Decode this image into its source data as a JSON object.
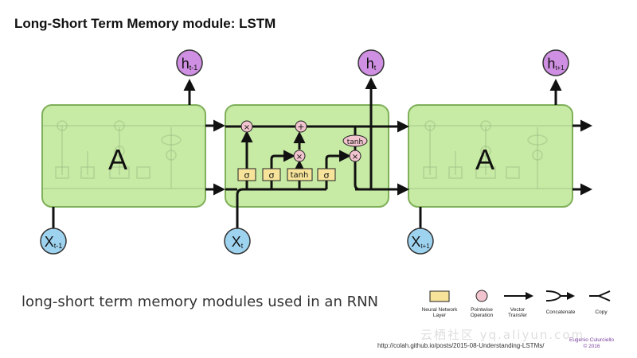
{
  "title": "Long-Short Term Memory module: LSTM",
  "modules": [
    {
      "label": "A"
    },
    {
      "label": "A"
    }
  ],
  "hidden_states": [
    {
      "base": "h",
      "sub": "t-1"
    },
    {
      "base": "h",
      "sub": "t"
    },
    {
      "base": "h",
      "sub": "t+1"
    }
  ],
  "inputs": [
    {
      "base": "X",
      "sub": "t-1"
    },
    {
      "base": "X",
      "sub": "t"
    },
    {
      "base": "X",
      "sub": "t+1"
    }
  ],
  "center_cell": {
    "layers": [
      "σ",
      "σ",
      "tanh",
      "σ"
    ],
    "pointwise_ops": [
      "×",
      "+",
      "×",
      "×"
    ],
    "pointwise_tanh": "tanh"
  },
  "legend": [
    {
      "icon": "neural-network-layer",
      "label": "Neural Network Layer"
    },
    {
      "icon": "pointwise-operation",
      "label": "Pointwise Operation"
    },
    {
      "icon": "vector-transfer",
      "label": "Vector Transfer"
    },
    {
      "icon": "concatenate",
      "label": "Concatenate"
    },
    {
      "icon": "copy",
      "label": "Copy"
    }
  ],
  "caption": "long-short term memory modules used in an RNN",
  "source_url": "http://colah.github.io/posts/2015-08-Understanding-LSTMs/",
  "credit": {
    "name": "Eugenio Culurciello",
    "year": "© 2016"
  },
  "watermark": "云栖社区 yq.aliyun.com",
  "colors": {
    "module_fill": "#c7eaa4",
    "module_stroke": "#7fb05a",
    "layer_fill": "#f7e49a",
    "op_fill": "#f2c4cf",
    "hidden_fill": "#cf8fe2",
    "input_fill": "#9ed3f0"
  }
}
